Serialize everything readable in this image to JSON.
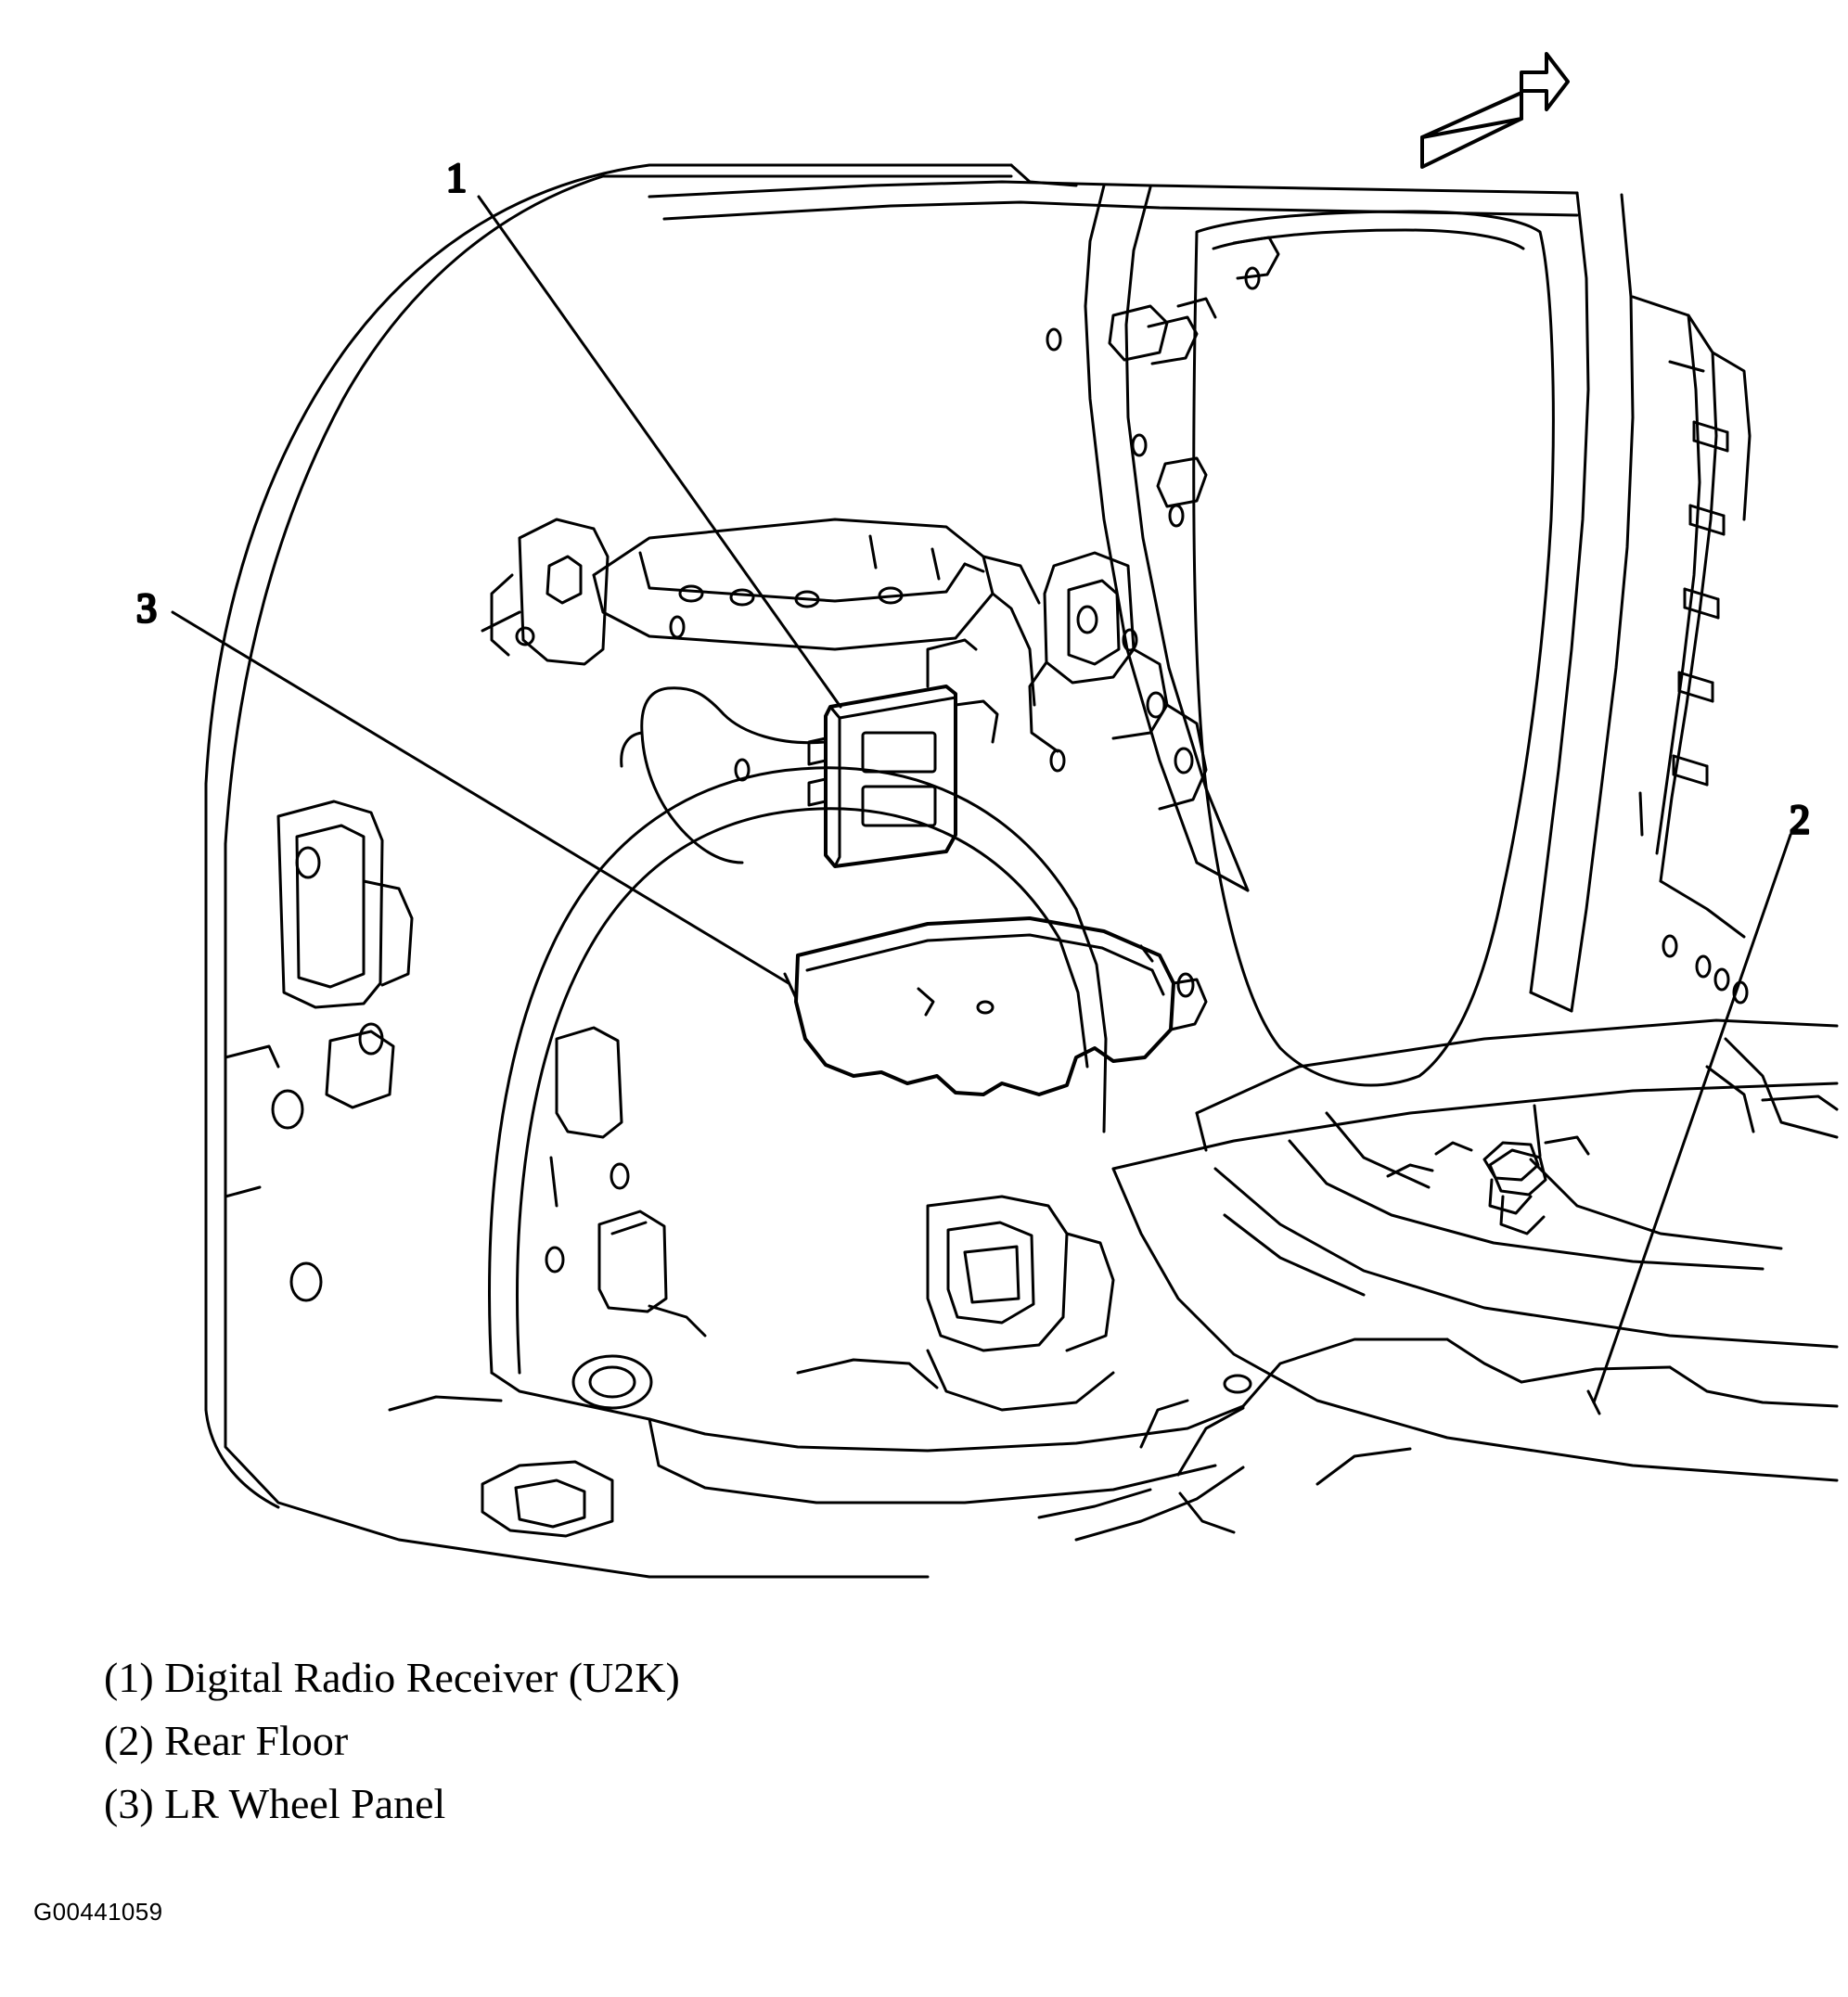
{
  "figure": {
    "id_label": "G00441059",
    "view_direction_arrow": "forward-direction-arrow",
    "callouts": [
      {
        "number": "1",
        "target": "Digital Radio Receiver (U2K)"
      },
      {
        "number": "2",
        "target": "Rear Floor"
      },
      {
        "number": "3",
        "target": "LR Wheel Panel"
      }
    ]
  },
  "legend": {
    "items": [
      "(1) Digital Radio Receiver (U2K)",
      "(2) Rear Floor",
      "(3) LR Wheel Panel"
    ]
  },
  "colors": {
    "line": "#000000",
    "background": "#ffffff"
  }
}
